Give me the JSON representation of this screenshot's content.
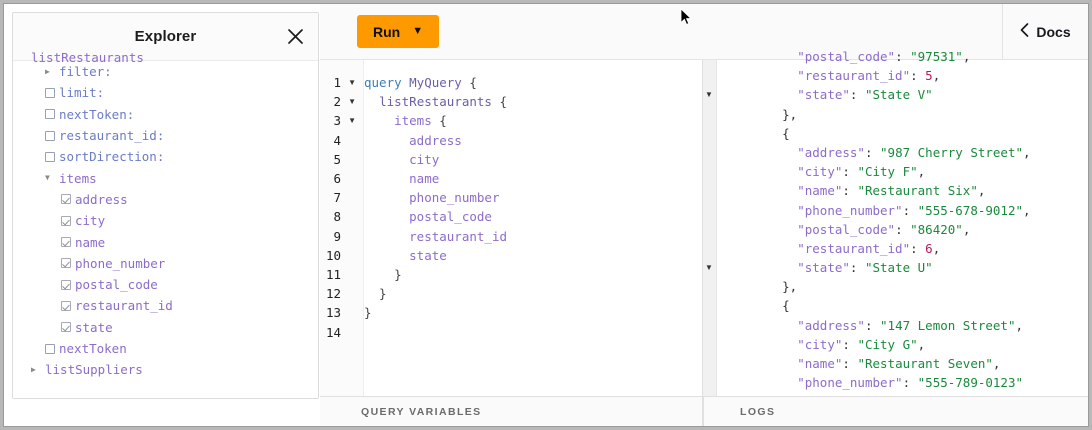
{
  "window": {
    "background": "#b8b8b8",
    "accent": "#ff9900"
  },
  "explorer": {
    "title": "Explorer",
    "close_icon": "close-icon",
    "clipped_top_row": "listRestaurants",
    "tree": [
      {
        "indent": 1,
        "type": "arrow-collapsed",
        "label": "filter:",
        "style": "arg"
      },
      {
        "indent": 1,
        "type": "checkbox-unchecked",
        "label": "limit:",
        "style": "arg"
      },
      {
        "indent": 1,
        "type": "checkbox-unchecked",
        "label": "nextToken:",
        "style": "arg"
      },
      {
        "indent": 1,
        "type": "checkbox-unchecked",
        "label": "restaurant_id:",
        "style": "arg"
      },
      {
        "indent": 1,
        "type": "checkbox-unchecked",
        "label": "sortDirection:",
        "style": "arg"
      },
      {
        "indent": 1,
        "type": "arrow-expanded",
        "label": "items",
        "style": "field"
      },
      {
        "indent": 2,
        "type": "checkbox-checked",
        "label": "address",
        "style": "field"
      },
      {
        "indent": 2,
        "type": "checkbox-checked",
        "label": "city",
        "style": "field"
      },
      {
        "indent": 2,
        "type": "checkbox-checked",
        "label": "name",
        "style": "field"
      },
      {
        "indent": 2,
        "type": "checkbox-checked",
        "label": "phone_number",
        "style": "field"
      },
      {
        "indent": 2,
        "type": "checkbox-checked",
        "label": "postal_code",
        "style": "field"
      },
      {
        "indent": 2,
        "type": "checkbox-checked",
        "label": "restaurant_id",
        "style": "field"
      },
      {
        "indent": 2,
        "type": "checkbox-checked",
        "label": "state",
        "style": "field"
      },
      {
        "indent": 1,
        "type": "checkbox-unchecked",
        "label": "nextToken",
        "style": "field"
      },
      {
        "indent": 0,
        "type": "arrow-collapsed",
        "label": "listSuppliers",
        "style": "field"
      }
    ]
  },
  "toolbar": {
    "run_label": "Run",
    "run_caret": "▼",
    "docs_label": "Docs",
    "docs_chevron": "‹"
  },
  "editor": {
    "line_count": 14,
    "fold_lines": [
      1,
      2,
      3
    ],
    "lines": [
      {
        "n": 1,
        "tokens": [
          {
            "t": "query ",
            "c": "kw"
          },
          {
            "t": "MyQuery",
            "c": "name"
          },
          {
            "t": " {",
            "c": "punc"
          }
        ]
      },
      {
        "n": 2,
        "tokens": [
          {
            "t": "  ",
            "c": "punc"
          },
          {
            "t": "listRestaurants",
            "c": "name"
          },
          {
            "t": " {",
            "c": "punc"
          }
        ]
      },
      {
        "n": 3,
        "tokens": [
          {
            "t": "    ",
            "c": "punc"
          },
          {
            "t": "items",
            "c": "field"
          },
          {
            "t": " {",
            "c": "punc"
          }
        ]
      },
      {
        "n": 4,
        "tokens": [
          {
            "t": "      ",
            "c": "punc"
          },
          {
            "t": "address",
            "c": "field"
          }
        ]
      },
      {
        "n": 5,
        "tokens": [
          {
            "t": "      ",
            "c": "punc"
          },
          {
            "t": "city",
            "c": "field"
          }
        ]
      },
      {
        "n": 6,
        "tokens": [
          {
            "t": "      ",
            "c": "punc"
          },
          {
            "t": "name",
            "c": "field"
          }
        ]
      },
      {
        "n": 7,
        "tokens": [
          {
            "t": "      ",
            "c": "punc"
          },
          {
            "t": "phone_number",
            "c": "field"
          }
        ]
      },
      {
        "n": 8,
        "tokens": [
          {
            "t": "      ",
            "c": "punc"
          },
          {
            "t": "postal_code",
            "c": "field"
          }
        ]
      },
      {
        "n": 9,
        "tokens": [
          {
            "t": "      ",
            "c": "punc"
          },
          {
            "t": "restaurant_id",
            "c": "field"
          }
        ]
      },
      {
        "n": 10,
        "tokens": [
          {
            "t": "      ",
            "c": "punc"
          },
          {
            "t": "state",
            "c": "field"
          }
        ]
      },
      {
        "n": 11,
        "tokens": [
          {
            "t": "    }",
            "c": "punc"
          }
        ]
      },
      {
        "n": 12,
        "tokens": [
          {
            "t": "  }",
            "c": "punc"
          }
        ]
      },
      {
        "n": 13,
        "tokens": [
          {
            "t": "}",
            "c": "punc"
          }
        ]
      },
      {
        "n": 14,
        "tokens": []
      }
    ],
    "footer_label": "QUERY VARIABLES"
  },
  "results": {
    "footer_label": "LOGS",
    "fold_markers": [
      2,
      11
    ],
    "lines": [
      {
        "tokens": [
          {
            "t": "        ",
            "c": "punc"
          },
          {
            "t": "\"postal_code\"",
            "c": "key"
          },
          {
            "t": ": ",
            "c": "punc"
          },
          {
            "t": "\"97531\"",
            "c": "str"
          },
          {
            "t": ",",
            "c": "punc"
          }
        ]
      },
      {
        "tokens": [
          {
            "t": "        ",
            "c": "punc"
          },
          {
            "t": "\"restaurant_id\"",
            "c": "key"
          },
          {
            "t": ": ",
            "c": "punc"
          },
          {
            "t": "5",
            "c": "num"
          },
          {
            "t": ",",
            "c": "punc"
          }
        ]
      },
      {
        "tokens": [
          {
            "t": "        ",
            "c": "punc"
          },
          {
            "t": "\"state\"",
            "c": "key"
          },
          {
            "t": ": ",
            "c": "punc"
          },
          {
            "t": "\"State V\"",
            "c": "str"
          }
        ]
      },
      {
        "tokens": [
          {
            "t": "      },",
            "c": "punc"
          }
        ]
      },
      {
        "tokens": [
          {
            "t": "      {",
            "c": "punc"
          }
        ]
      },
      {
        "tokens": [
          {
            "t": "        ",
            "c": "punc"
          },
          {
            "t": "\"address\"",
            "c": "key"
          },
          {
            "t": ": ",
            "c": "punc"
          },
          {
            "t": "\"987 Cherry Street\"",
            "c": "str"
          },
          {
            "t": ",",
            "c": "punc"
          }
        ]
      },
      {
        "tokens": [
          {
            "t": "        ",
            "c": "punc"
          },
          {
            "t": "\"city\"",
            "c": "key"
          },
          {
            "t": ": ",
            "c": "punc"
          },
          {
            "t": "\"City F\"",
            "c": "str"
          },
          {
            "t": ",",
            "c": "punc"
          }
        ]
      },
      {
        "tokens": [
          {
            "t": "        ",
            "c": "punc"
          },
          {
            "t": "\"name\"",
            "c": "key"
          },
          {
            "t": ": ",
            "c": "punc"
          },
          {
            "t": "\"Restaurant Six\"",
            "c": "str"
          },
          {
            "t": ",",
            "c": "punc"
          }
        ]
      },
      {
        "tokens": [
          {
            "t": "        ",
            "c": "punc"
          },
          {
            "t": "\"phone_number\"",
            "c": "key"
          },
          {
            "t": ": ",
            "c": "punc"
          },
          {
            "t": "\"555-678-9012\"",
            "c": "str"
          },
          {
            "t": ",",
            "c": "punc"
          }
        ]
      },
      {
        "tokens": [
          {
            "t": "        ",
            "c": "punc"
          },
          {
            "t": "\"postal_code\"",
            "c": "key"
          },
          {
            "t": ": ",
            "c": "punc"
          },
          {
            "t": "\"86420\"",
            "c": "str"
          },
          {
            "t": ",",
            "c": "punc"
          }
        ]
      },
      {
        "tokens": [
          {
            "t": "        ",
            "c": "punc"
          },
          {
            "t": "\"restaurant_id\"",
            "c": "key"
          },
          {
            "t": ": ",
            "c": "punc"
          },
          {
            "t": "6",
            "c": "num"
          },
          {
            "t": ",",
            "c": "punc"
          }
        ]
      },
      {
        "tokens": [
          {
            "t": "        ",
            "c": "punc"
          },
          {
            "t": "\"state\"",
            "c": "key"
          },
          {
            "t": ": ",
            "c": "punc"
          },
          {
            "t": "\"State U\"",
            "c": "str"
          }
        ]
      },
      {
        "tokens": [
          {
            "t": "      },",
            "c": "punc"
          }
        ]
      },
      {
        "tokens": [
          {
            "t": "      {",
            "c": "punc"
          }
        ]
      },
      {
        "tokens": [
          {
            "t": "        ",
            "c": "punc"
          },
          {
            "t": "\"address\"",
            "c": "key"
          },
          {
            "t": ": ",
            "c": "punc"
          },
          {
            "t": "\"147 Lemon Street\"",
            "c": "str"
          },
          {
            "t": ",",
            "c": "punc"
          }
        ]
      },
      {
        "tokens": [
          {
            "t": "        ",
            "c": "punc"
          },
          {
            "t": "\"city\"",
            "c": "key"
          },
          {
            "t": ": ",
            "c": "punc"
          },
          {
            "t": "\"City G\"",
            "c": "str"
          },
          {
            "t": ",",
            "c": "punc"
          }
        ]
      },
      {
        "tokens": [
          {
            "t": "        ",
            "c": "punc"
          },
          {
            "t": "\"name\"",
            "c": "key"
          },
          {
            "t": ": ",
            "c": "punc"
          },
          {
            "t": "\"Restaurant Seven\"",
            "c": "str"
          },
          {
            "t": ",",
            "c": "punc"
          }
        ]
      },
      {
        "tokens": [
          {
            "t": "        ",
            "c": "punc"
          },
          {
            "t": "\"phone_number\"",
            "c": "key"
          },
          {
            "t": ": ",
            "c": "punc"
          },
          {
            "t": "\"555-789-0123\"",
            "c": "str"
          }
        ]
      }
    ]
  }
}
